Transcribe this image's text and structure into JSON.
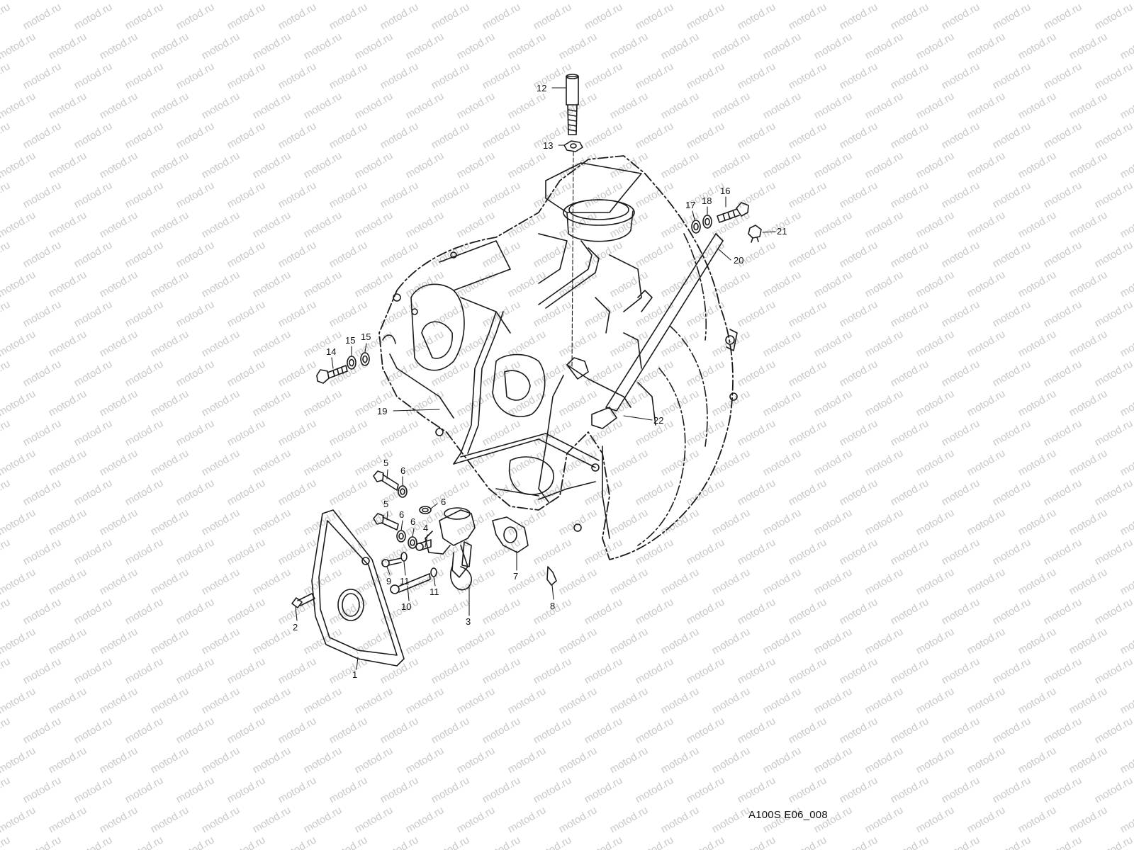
{
  "watermark": {
    "text": "motod.ru",
    "color": "#c8c8c8"
  },
  "diagram_code": "A100S E06_008",
  "colors": {
    "line": "#1a1a1a",
    "background": "#ffffff"
  },
  "callouts": [
    {
      "id": "1",
      "text": "1"
    },
    {
      "id": "2",
      "text": "2"
    },
    {
      "id": "3",
      "text": "3"
    },
    {
      "id": "4",
      "text": "4"
    },
    {
      "id": "5a",
      "text": "5"
    },
    {
      "id": "5b",
      "text": "5"
    },
    {
      "id": "6a",
      "text": "6"
    },
    {
      "id": "6b",
      "text": "6"
    },
    {
      "id": "6c",
      "text": "6"
    },
    {
      "id": "6d",
      "text": "6"
    },
    {
      "id": "7",
      "text": "7"
    },
    {
      "id": "8",
      "text": "8"
    },
    {
      "id": "9",
      "text": "9"
    },
    {
      "id": "10",
      "text": "10"
    },
    {
      "id": "11a",
      "text": "11"
    },
    {
      "id": "11b",
      "text": "11"
    },
    {
      "id": "12",
      "text": "12"
    },
    {
      "id": "13",
      "text": "13"
    },
    {
      "id": "14",
      "text": "14"
    },
    {
      "id": "15a",
      "text": "15"
    },
    {
      "id": "15b",
      "text": "15"
    },
    {
      "id": "16",
      "text": "16"
    },
    {
      "id": "17",
      "text": "17"
    },
    {
      "id": "18",
      "text": "18"
    },
    {
      "id": "19",
      "text": "19"
    },
    {
      "id": "20",
      "text": "20"
    },
    {
      "id": "21",
      "text": "21"
    },
    {
      "id": "22",
      "text": "22"
    }
  ]
}
